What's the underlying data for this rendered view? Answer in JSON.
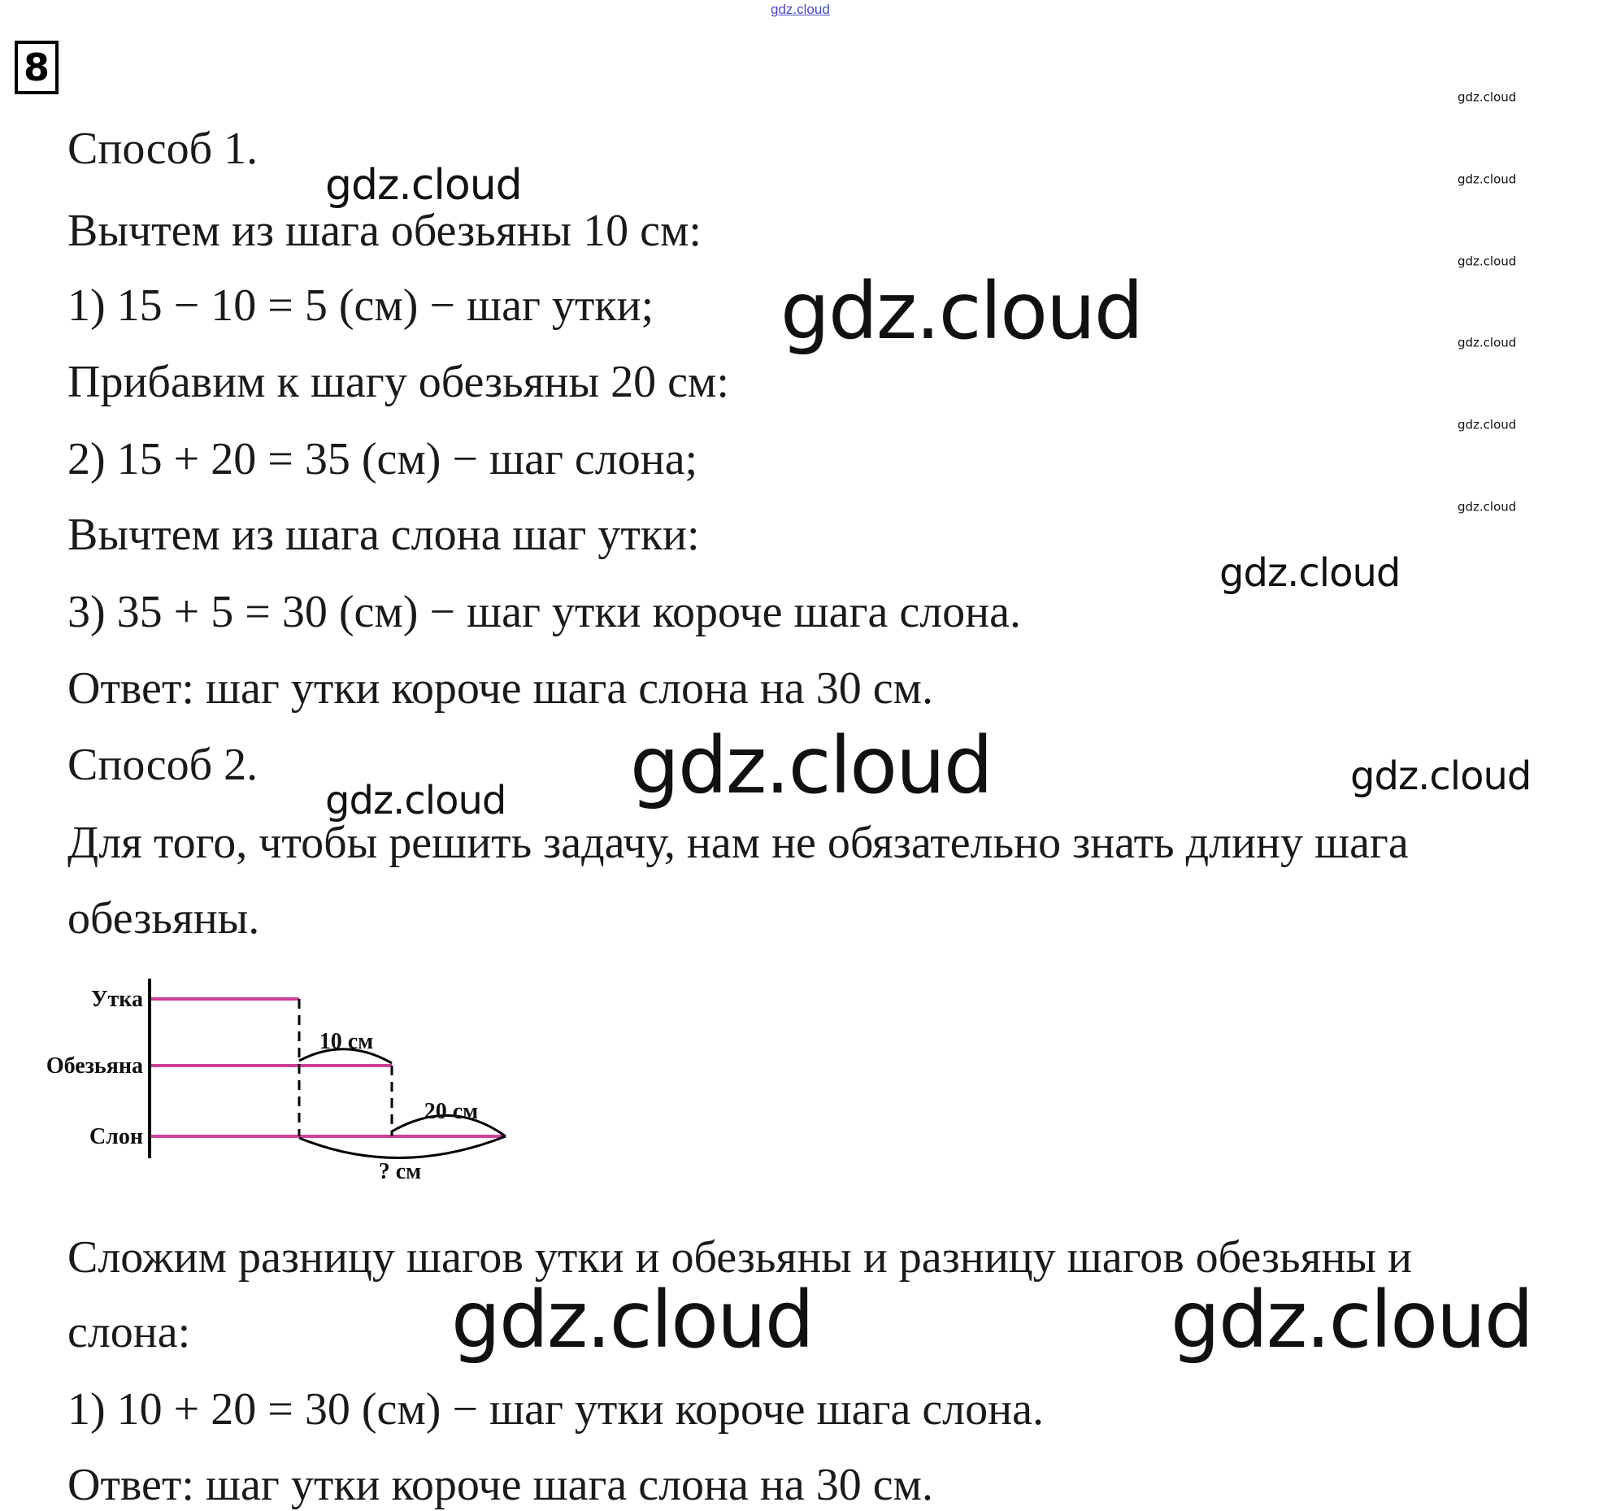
{
  "header": {
    "top_watermark": "gdz.cloud",
    "task_number": "8"
  },
  "watermarks": {
    "text": "gdz.cloud"
  },
  "method1": {
    "title": "Способ 1.",
    "lines": [
      "Вычтем из шага обезьяны 10 см:",
      "1) 15 − 10 = 5 (см) − шаг утки;",
      "Прибавим к шагу обезьяны 20 см:",
      "2) 15 + 20 = 35 (см) − шаг слона;",
      "Вычтем из шага слона шаг утки:",
      "3) 35 + 5 = 30 (см) − шаг утки короче шага слона.",
      "Ответ: шаг утки короче шага слона на 30 см."
    ]
  },
  "method2": {
    "title": "Способ 2.",
    "intro": [
      "Для того, чтобы решить задачу, нам не обязательно знать длину шага",
      "обезьяны."
    ],
    "lines": [
      "Сложим разницу шагов утки и обезьяны и разницу шагов обезьяны и",
      "слона:",
      "1) 10 + 20 = 30 (см) − шаг утки короче шага слона.",
      "Ответ: шаг утки короче шага слона на 30 см."
    ]
  },
  "diagram": {
    "rows": [
      "Утка",
      "Обезьяна",
      "Слон"
    ],
    "segments": {
      "duck_monkey": "10 см",
      "monkey_elephant": "20 см",
      "unknown": "? см"
    },
    "line_color": "#d0409a"
  }
}
